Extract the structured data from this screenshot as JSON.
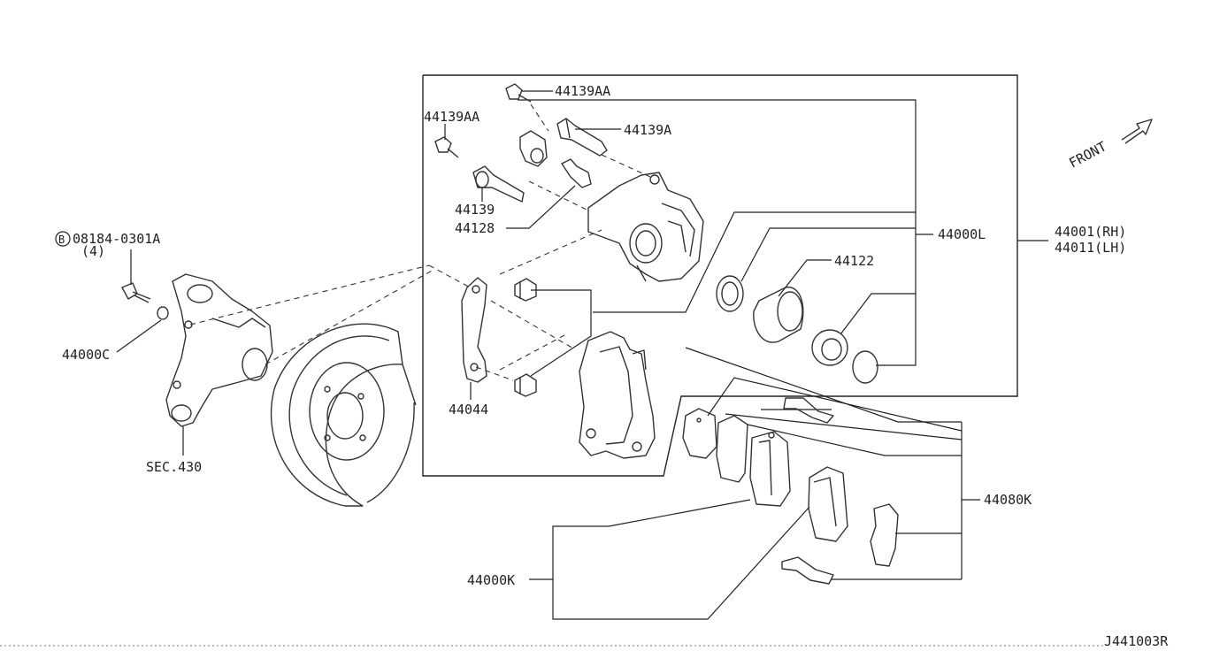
{
  "diagram": {
    "labels": {
      "front": "FRONT",
      "bolt_ref": "08184-0301A",
      "bolt_ref_marker": "B",
      "bolt_qty": "(4)",
      "washer": "44000C",
      "knuckle_sec": "SEC.430",
      "bleeder_cap_top": "44139AA",
      "bleeder_cap_left": "44139AA",
      "pin_a": "44139A",
      "pin": "44139",
      "bolt_44128": "44128",
      "bracket": "44044",
      "caliper_assy": "44000L",
      "piston": "44122",
      "assy_rh": "44001(RH)",
      "assy_lh": "44011(LH)",
      "pad_kit": "44080K",
      "pad_set": "44000K",
      "drawing_id": "J441003R"
    }
  }
}
